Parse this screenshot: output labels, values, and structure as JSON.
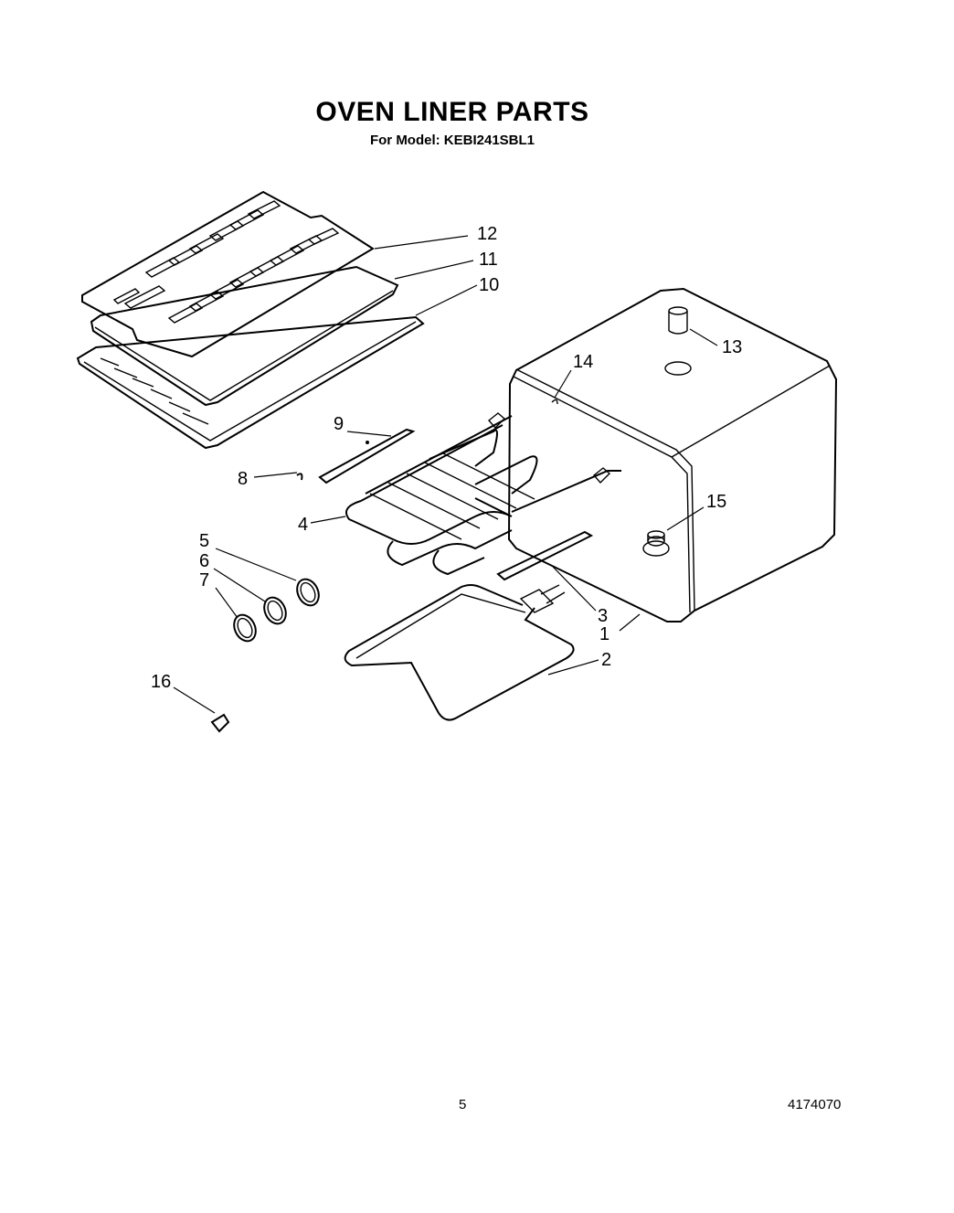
{
  "header": {
    "title": "OVEN LINER PARTS",
    "model_line": "For Model: KEBI241SBL1"
  },
  "callouts": [
    {
      "id": "c1",
      "label": "1"
    },
    {
      "id": "c2",
      "label": "2"
    },
    {
      "id": "c3",
      "label": "3"
    },
    {
      "id": "c4",
      "label": "4"
    },
    {
      "id": "c5",
      "label": "5"
    },
    {
      "id": "c6",
      "label": "6"
    },
    {
      "id": "c7",
      "label": "7"
    },
    {
      "id": "c8",
      "label": "8"
    },
    {
      "id": "c9",
      "label": "9"
    },
    {
      "id": "c10",
      "label": "10"
    },
    {
      "id": "c11",
      "label": "11"
    },
    {
      "id": "c12",
      "label": "12"
    },
    {
      "id": "c13",
      "label": "13"
    },
    {
      "id": "c14",
      "label": "14"
    },
    {
      "id": "c15",
      "label": "15"
    },
    {
      "id": "c16",
      "label": "16"
    }
  ],
  "footer": {
    "page_number": "5",
    "document_number": "4174070"
  }
}
